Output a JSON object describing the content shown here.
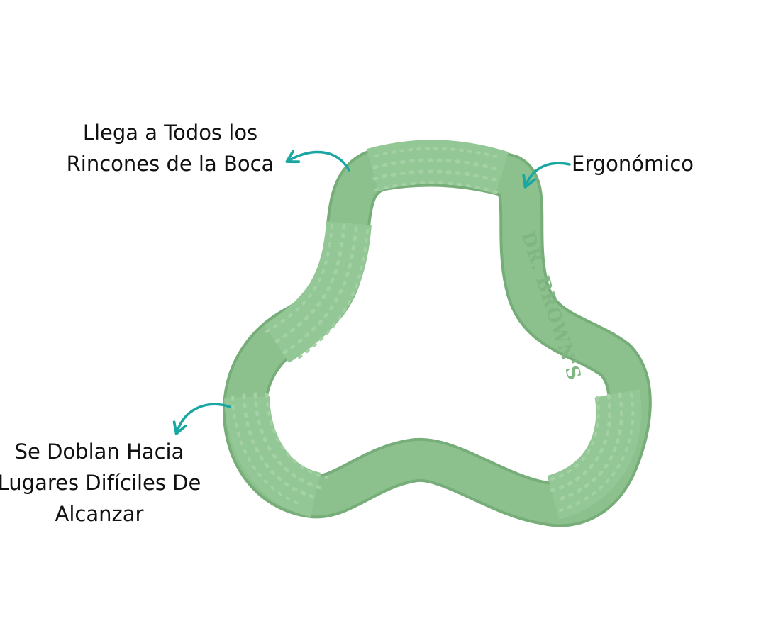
{
  "labels": {
    "reach": [
      "Llega a Todos los",
      "Rincones de la Boca"
    ],
    "ergonomic": "Ergonómico",
    "bend": [
      "Se Doblan Hacia",
      "Lugares Difíciles De",
      "Alcanzar"
    ]
  },
  "product": {
    "name": "teether-ring",
    "brand_mark": "DR. BROWN'S"
  },
  "colors": {
    "ring": "#8cc18e",
    "ring_shade": "#76ad79",
    "nub": "#a4d0a5",
    "arrow": "#1aa7a3",
    "text": "#111111"
  }
}
